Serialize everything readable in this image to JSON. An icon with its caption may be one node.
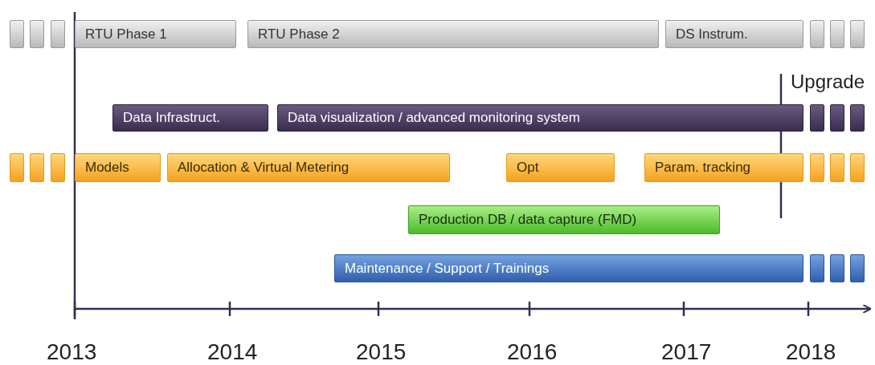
{
  "diagram": {
    "nodes": [
      {
        "text": [],
        "shape": "box"
      },
      {
        "text": [],
        "shape": "box"
      },
      {
        "text": [],
        "shape": "box"
      },
      {
        "text": [
          "RTU Phase 1"
        ]
      },
      {
        "text": [
          "RTU Phase 2"
        ]
      },
      {
        "text": [
          "DS Instrum."
        ]
      },
      {
        "text": [],
        "shape": "box"
      },
      {
        "text": [],
        "shape": "box"
      },
      {
        "text": [],
        "shape": "box"
      },
      {
        "text": [
          "Data Infrastruct."
        ]
      },
      {
        "text": [
          "Data visualization / advanced monitoring system"
        ]
      },
      {
        "text": [],
        "shape": "box"
      },
      {
        "text": [],
        "shape": "box"
      },
      {
        "text": [],
        "shape": "box"
      },
      {
        "text": [],
        "shape": "box"
      },
      {
        "text": [],
        "shape": "box"
      },
      {
        "text": [],
        "shape": "box"
      },
      {
        "text": [
          "Models"
        ]
      },
      {
        "text": [
          "Allocation & Virtual Metering"
        ]
      },
      {
        "text": [
          "Opt"
        ]
      },
      {
        "text": [
          "Param. tracking"
        ]
      },
      {
        "text": [],
        "shape": "box"
      },
      {
        "text": [],
        "shape": "box"
      },
      {
        "text": [],
        "shape": "box"
      },
      {
        "text": [
          "Production DB / data capture (FMD)"
        ]
      },
      {
        "text": [
          "Maintenance / Support / Trainings"
        ]
      },
      {
        "text": [],
        "shape": "box"
      },
      {
        "text": [],
        "shape": "box"
      },
      {
        "text": [],
        "shape": "box"
      }
    ],
    "edges": [],
    "labels": [
      "Upgrade",
      "2013",
      "2014",
      "2015",
      "2016",
      "2017",
      "2018"
    ]
  }
}
